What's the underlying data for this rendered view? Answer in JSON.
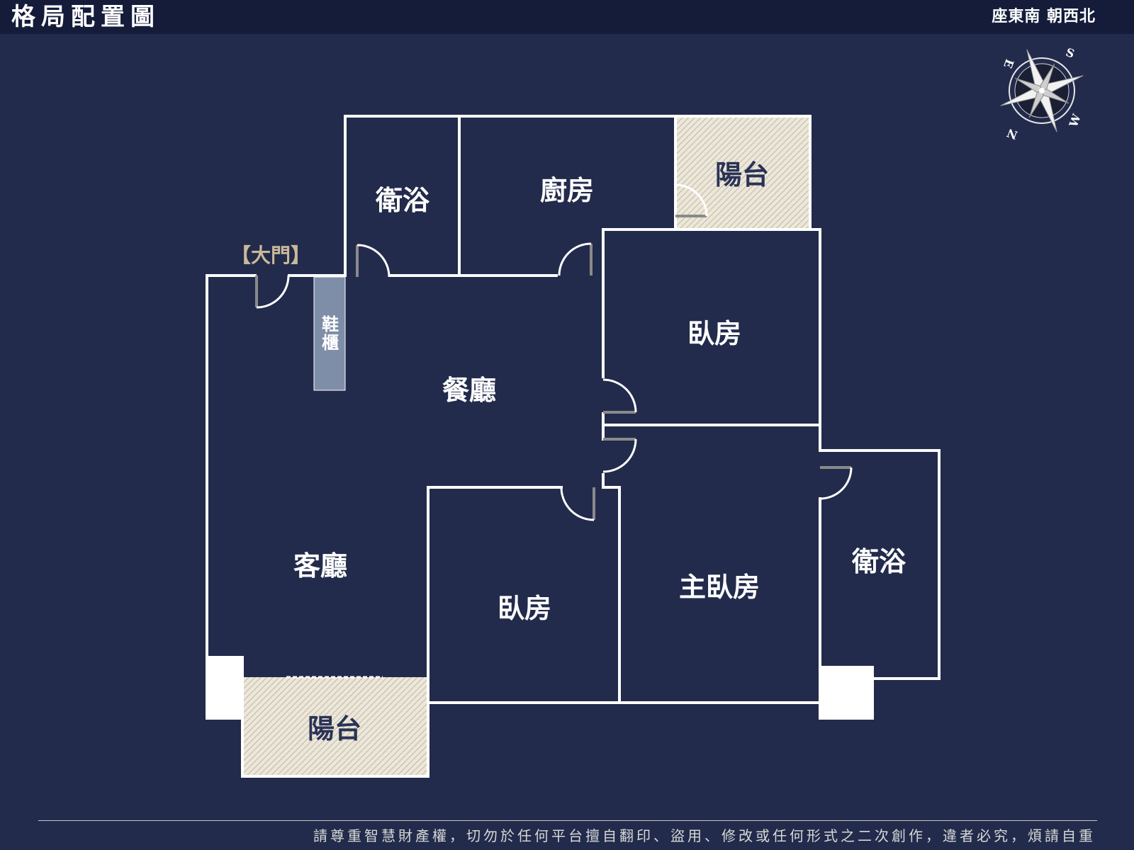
{
  "header": {
    "title": "格局配置圖",
    "orientation": "座東南 朝西北"
  },
  "compass": {
    "icon": "compass-rose-icon",
    "letters": [
      "S",
      "W",
      "N",
      "E"
    ]
  },
  "plan": {
    "entrance_label": "【大門】",
    "shoe_cabinet": "鞋櫃",
    "rooms": {
      "bath_top": "衛浴",
      "kitchen": "廚房",
      "balcony_top": "陽台",
      "dining": "餐廳",
      "bedroom_upper": "臥房",
      "living": "客廳",
      "bedroom_lower": "臥房",
      "master_bedroom": "主臥房",
      "bath_right": "衛浴",
      "balcony_bottom": "陽台"
    },
    "colors": {
      "background": "#222b4b",
      "wall": "#ffffff",
      "balcony": "#ece7d9",
      "cabinet": "#7f8ea8",
      "door_leaf": "#8a8a8a",
      "accent_text": "#c9b99a"
    }
  },
  "footer": {
    "disclaimer": "請尊重智慧財產權，切勿於任何平台擅自翻印、盜用、修改或任何形式之二次創作，違者必究，煩請自重"
  }
}
